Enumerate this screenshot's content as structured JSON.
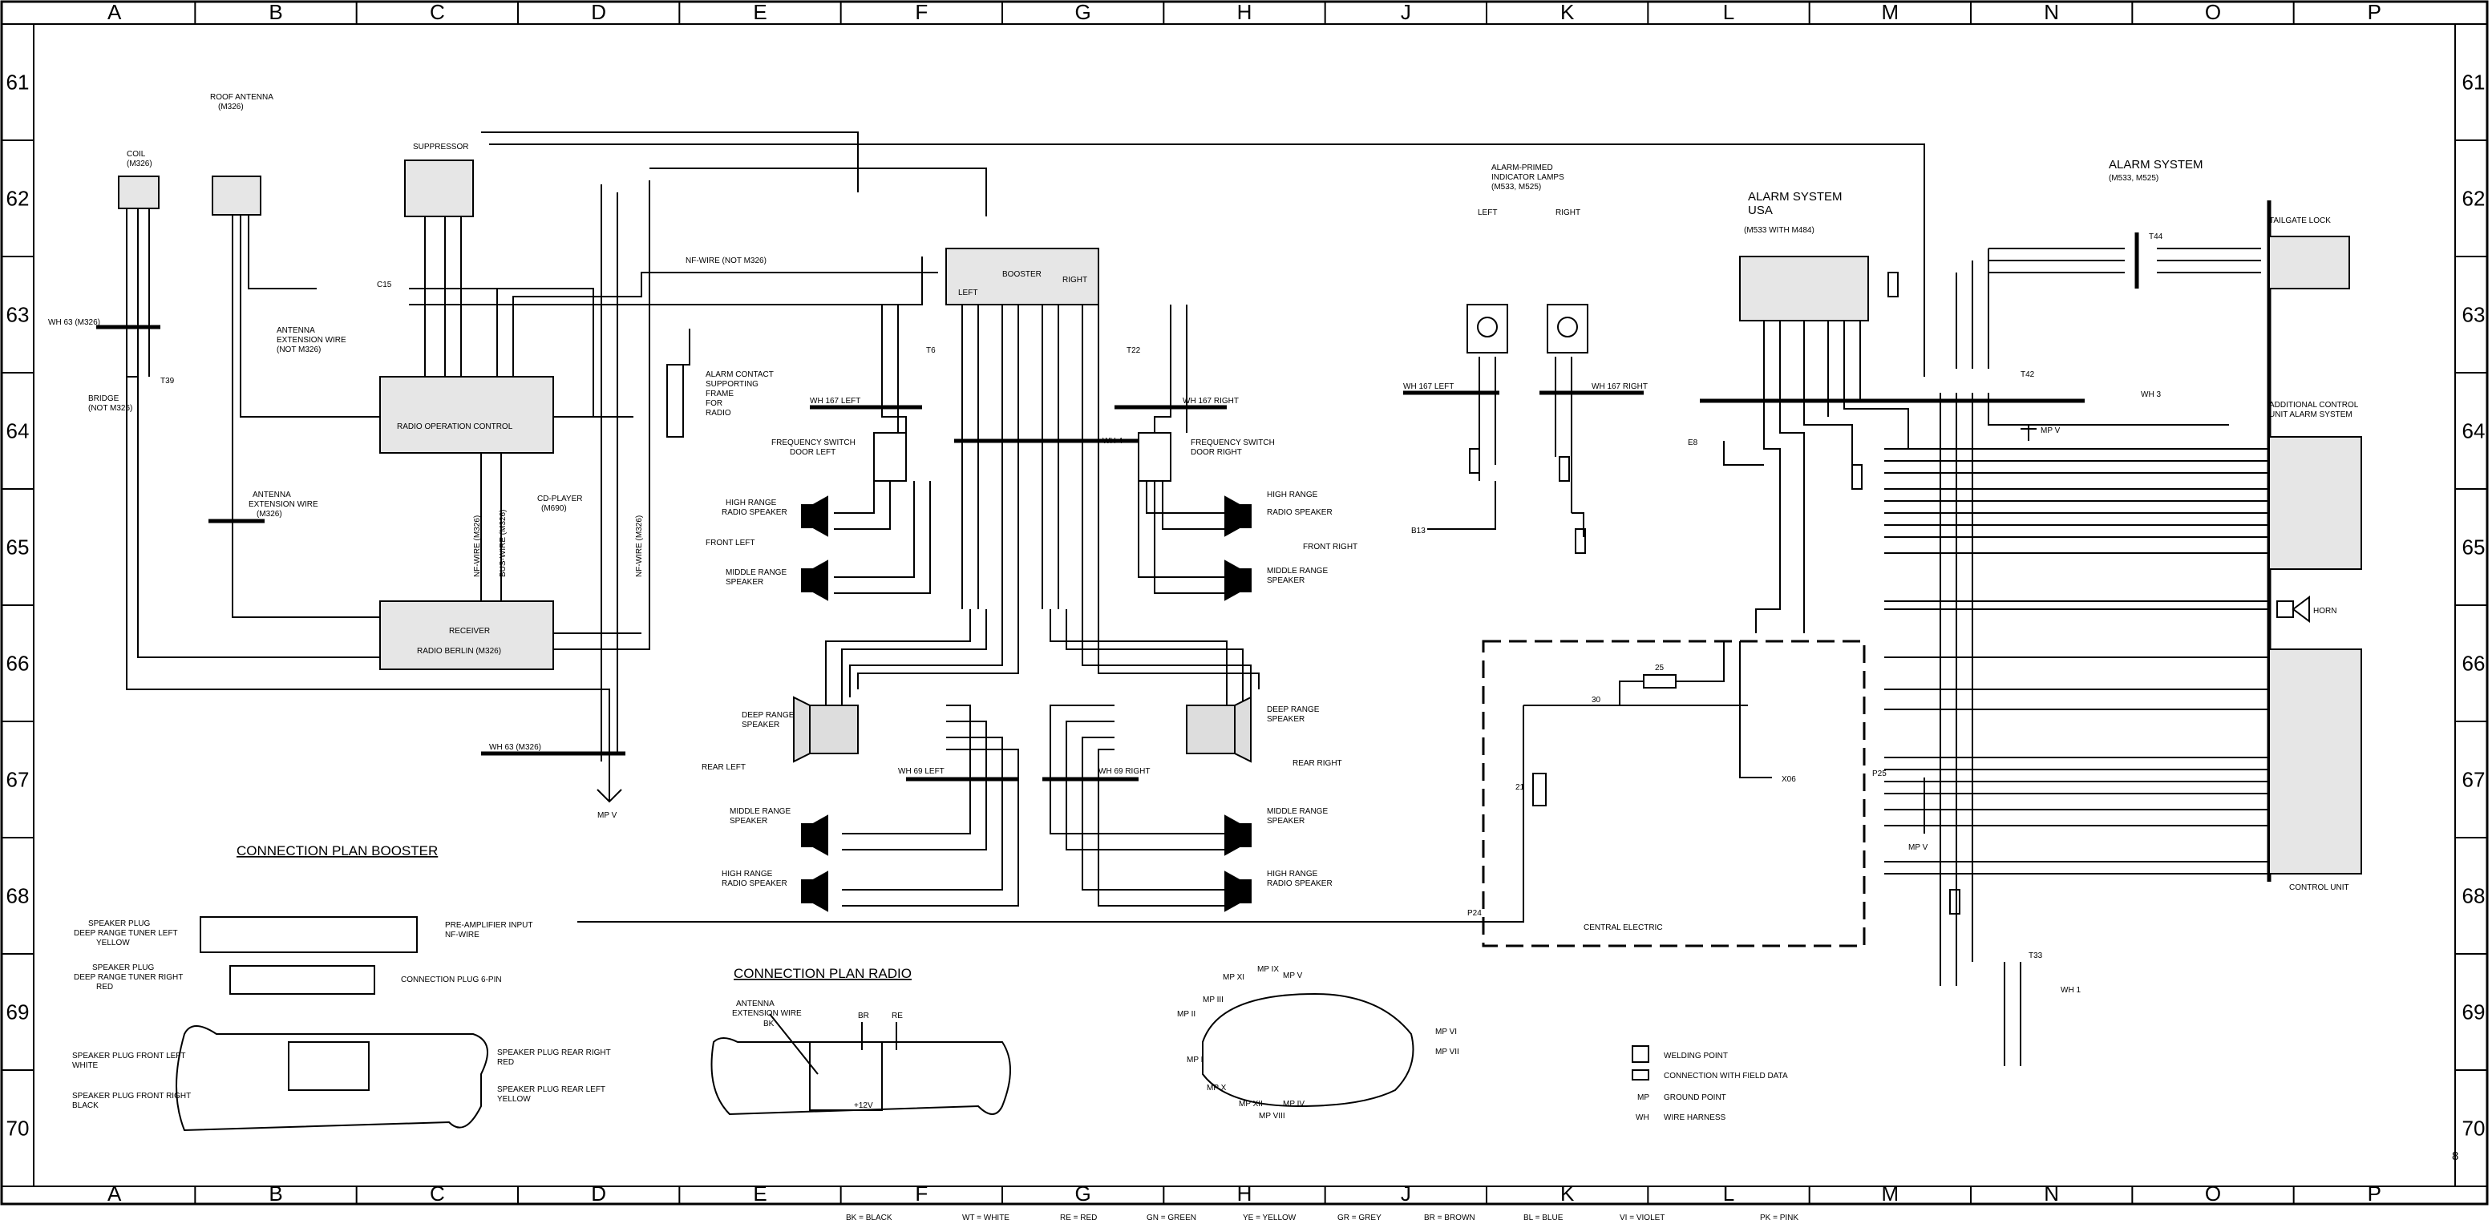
{
  "grid": {
    "columns": [
      "A",
      "B",
      "C",
      "D",
      "E",
      "F",
      "G",
      "H",
      "J",
      "K",
      "L",
      "M",
      "N",
      "O",
      "P"
    ],
    "rows": [
      "61",
      "62",
      "63",
      "64",
      "65",
      "66",
      "67",
      "68",
      "69",
      "70"
    ]
  },
  "page_number": "8",
  "components": {
    "coil": "COIL",
    "coil_code": "(M326)",
    "roof_antenna": "ROOF ANTENNA",
    "roof_antenna_code": "(M326)",
    "suppressor": "SUPPRESSOR",
    "antenna_ext_wire_1": "ANTENNA",
    "antenna_ext_wire_2": "EXTENSION WIRE",
    "antenna_ext_wire_3": "(NOT M326)",
    "bridge_1": "BRIDGE",
    "bridge_2": "(NOT M326)",
    "t39": "T39",
    "wh63_top": "WH 63  (M326)",
    "radio_op_control": "RADIO OPERATION CONTROL",
    "antenna_ext_wire_b1": "ANTENNA",
    "antenna_ext_wire_b2": "EXTENSION WIRE",
    "antenna_ext_wire_b3": "(M326)",
    "cd_player_1": "CD-PLAYER",
    "cd_player_2": "(M690)",
    "receiver_1": "RECEIVER",
    "receiver_2": "RADIO BERLIN  (M326)",
    "nf_wire_top": "NF-WIRE (NOT M326)",
    "nf_wire_vert": "NF-WIRE (M326)",
    "bus_wire": "BUS-WIRE (M326)",
    "nf_wire_vert2": "NF-WIRE (M326)",
    "c15": "C15",
    "alarm_contact_1": "ALARM CONTACT",
    "alarm_contact_2": "SUPPORTING",
    "alarm_contact_3": "FRAME",
    "alarm_contact_4": "FOR",
    "alarm_contact_5": "RADIO",
    "wh63_bottom": "WH 63  (M326)",
    "mp_v_1": "MP V",
    "booster": "BOOSTER",
    "booster_left": "LEFT",
    "booster_right": "RIGHT",
    "t6": "T6",
    "t22": "T22",
    "wh167_left": "WH 167 LEFT",
    "wh167_right": "WH 167 RIGHT",
    "wh4": "WH 4",
    "freq_switch_left_1": "FREQUENCY SWITCH",
    "freq_switch_left_2": "DOOR LEFT",
    "freq_switch_right_1": "FREQUENCY SWITCH",
    "freq_switch_right_2": "DOOR RIGHT",
    "hr_speaker_fl_1": "HIGH RANGE",
    "hr_speaker_fl_2": "RADIO SPEAKER",
    "front_left": "FRONT LEFT",
    "mr_speaker_fl_1": "MIDDLE RANGE",
    "mr_speaker_fl_2": "SPEAKER",
    "hr_speaker_fr_1": "HIGH RANGE",
    "hr_speaker_fr_2": "RADIO SPEAKER",
    "front_right": "FRONT RIGHT",
    "mr_speaker_fr_1": "MIDDLE RANGE",
    "mr_speaker_fr_2": "SPEAKER",
    "deep_speaker_l_1": "DEEP RANGE",
    "deep_speaker_l_2": "SPEAKER",
    "rear_left": "REAR LEFT",
    "wh69_left": "WH 69 LEFT",
    "mr_speaker_rl_1": "MIDDLE RANGE",
    "mr_speaker_rl_2": "SPEAKER",
    "hr_speaker_rl_1": "HIGH RANGE",
    "hr_speaker_rl_2": "RADIO SPEAKER",
    "deep_speaker_r_1": "DEEP RANGE",
    "deep_speaker_r_2": "SPEAKER",
    "rear_right": "REAR RIGHT",
    "wh69_right": "WH 69 RIGHT",
    "mr_speaker_rr_1": "MIDDLE RANGE",
    "mr_speaker_rr_2": "SPEAKER",
    "hr_speaker_rr_1": "HIGH RANGE",
    "hr_speaker_rr_2": "RADIO SPEAKER",
    "alarm_lamps_1": "ALARM-PRIMED",
    "alarm_lamps_2": "INDICATOR LAMPS",
    "alarm_lamps_3": "(M533, M525)",
    "lamp_left": "LEFT",
    "lamp_right": "RIGHT",
    "wh167_left_b": "WH 167 LEFT",
    "wh167_right_b": "WH 167 RIGHT",
    "b13": "B13",
    "alarm_usa_1": "ALARM SYSTEM",
    "alarm_usa_2": "USA",
    "alarm_usa_3": "(M533 WITH M484)",
    "alarm_system_1": "ALARM SYSTEM",
    "alarm_system_2": "(M533, M525)",
    "tailgate_lock": "TAILGATE LOCK",
    "t44": "T44",
    "t42": "T42",
    "wh3": "WH 3",
    "mp_v_2": "MP V",
    "e8": "E8",
    "add_control_1": "ADDITIONAL CONTROL",
    "add_control_2": "UNIT ALARM SYSTEM",
    "horn": "HORN",
    "central_electric": "CENTRAL ELECTRIC",
    "fuse_25": "25",
    "fuse_30": "30",
    "fuse_21": "21",
    "x06": "X06",
    "p25": "P25",
    "p24": "P24",
    "control_unit": "CONTROL UNIT",
    "mp_v_3": "MP V",
    "t33": "T33",
    "wh1": "WH 1"
  },
  "conn_booster": {
    "title": "CONNECTION PLAN BOOSTER",
    "sp_deep_left_1": "SPEAKER PLUG",
    "sp_deep_left_2": "DEEP RANGE TUNER LEFT",
    "sp_deep_left_3": "YELLOW",
    "sp_deep_right_1": "SPEAKER PLUG",
    "sp_deep_right_2": "DEEP RANGE TUNER RIGHT",
    "sp_deep_right_3": "RED",
    "preamp_1": "PRE-AMPLIFIER INPUT",
    "preamp_2": "NF-WIRE",
    "conn6": "CONNECTION PLUG 6-PIN",
    "sp_front_left_1": "SPEAKER PLUG FRONT LEFT",
    "sp_front_left_2": "WHITE",
    "sp_front_right_1": "SPEAKER PLUG FRONT RIGHT",
    "sp_front_right_2": "BLACK",
    "sp_rear_right_1": "SPEAKER PLUG REAR RIGHT",
    "sp_rear_right_2": "RED",
    "sp_rear_left_1": "SPEAKER PLUG REAR LEFT",
    "sp_rear_left_2": "YELLOW"
  },
  "conn_radio": {
    "title": "CONNECTION PLAN RADIO",
    "ant_1": "ANTENNA",
    "ant_2": "EXTENSION WIRE",
    "bk": "BK",
    "br": "BR",
    "re": "RE",
    "plus12": "+12V"
  },
  "ground_points": [
    "MP III",
    "MP XI",
    "MP IX",
    "MP V",
    "MP II",
    "MP I",
    "MP X",
    "MP XII",
    "MP VIII",
    "MP IV",
    "MP VI",
    "MP VII"
  ],
  "legend_key": {
    "welding": "WELDING POINT",
    "field": "CONNECTION WITH FIELD DATA",
    "mp_abbr": "MP",
    "mp_text": "GROUND POINT",
    "wh_abbr": "WH",
    "wh_text": "WIRE HARNESS"
  },
  "color_legend": [
    "BK = BLACK",
    "WT = WHITE",
    "RE = RED",
    "GN = GREEN",
    "YE = YELLOW",
    "GR = GREY",
    "BR = BROWN",
    "BL = BLUE",
    "VI = VIOLET",
    "PK = PINK"
  ]
}
